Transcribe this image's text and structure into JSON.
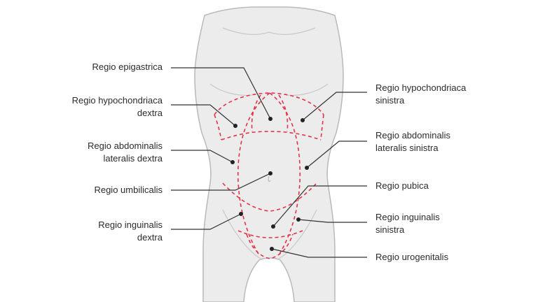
{
  "colors": {
    "body_fill": "#ececed",
    "body_stroke": "#b9b9bb",
    "region_lines": "#e03548",
    "leader_lines": "#333333",
    "text": "#2b2b2b"
  },
  "labels": {
    "epigastrica": {
      "line1": "Regio epigastrica"
    },
    "hypochondriaca_dextra": {
      "line1": "Regio hypochondriaca",
      "line2": "dextra"
    },
    "abdominalis_lateralis_dextra": {
      "line1": "Regio abdominalis",
      "line2": "lateralis dextra"
    },
    "umbilicalis": {
      "line1": "Regio umbilicalis"
    },
    "inguinalis_dextra": {
      "line1": "Regio inguinalis",
      "line2": "dextra"
    },
    "hypochondriaca_sinistra": {
      "line1": "Regio hypochondriaca",
      "line2": "sinistra"
    },
    "abdominalis_lateralis_sinistra": {
      "line1": "Regio abdominalis",
      "line2": "lateralis sinistra"
    },
    "pubica": {
      "line1": "Regio pubica"
    },
    "inguinalis_sinistra": {
      "line1": "Regio inguinalis",
      "line2": "sinistra"
    },
    "urogenitalis": {
      "line1": "Regio urogenitalis"
    }
  }
}
